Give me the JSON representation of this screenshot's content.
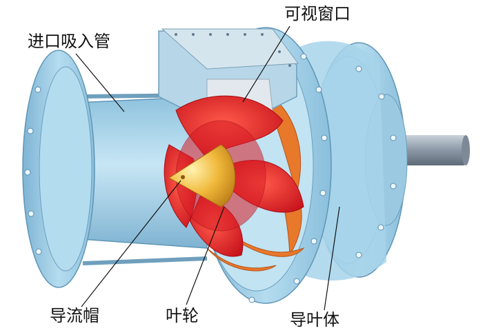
{
  "labels": {
    "inlet_pipe": "进口吸入管",
    "sight_window": "可视窗口",
    "guide_cap": "导流帽",
    "impeller": "叶轮",
    "guide_vane_body": "导叶体"
  },
  "colors": {
    "housing": "#9fcfe6",
    "housing_dark": "#6fa8c8",
    "impeller": "#e8202a",
    "guide_vane": "#e8782a",
    "cap": "#e2a020",
    "shaft": "#9aa6b4",
    "window": "#d6dde4"
  }
}
